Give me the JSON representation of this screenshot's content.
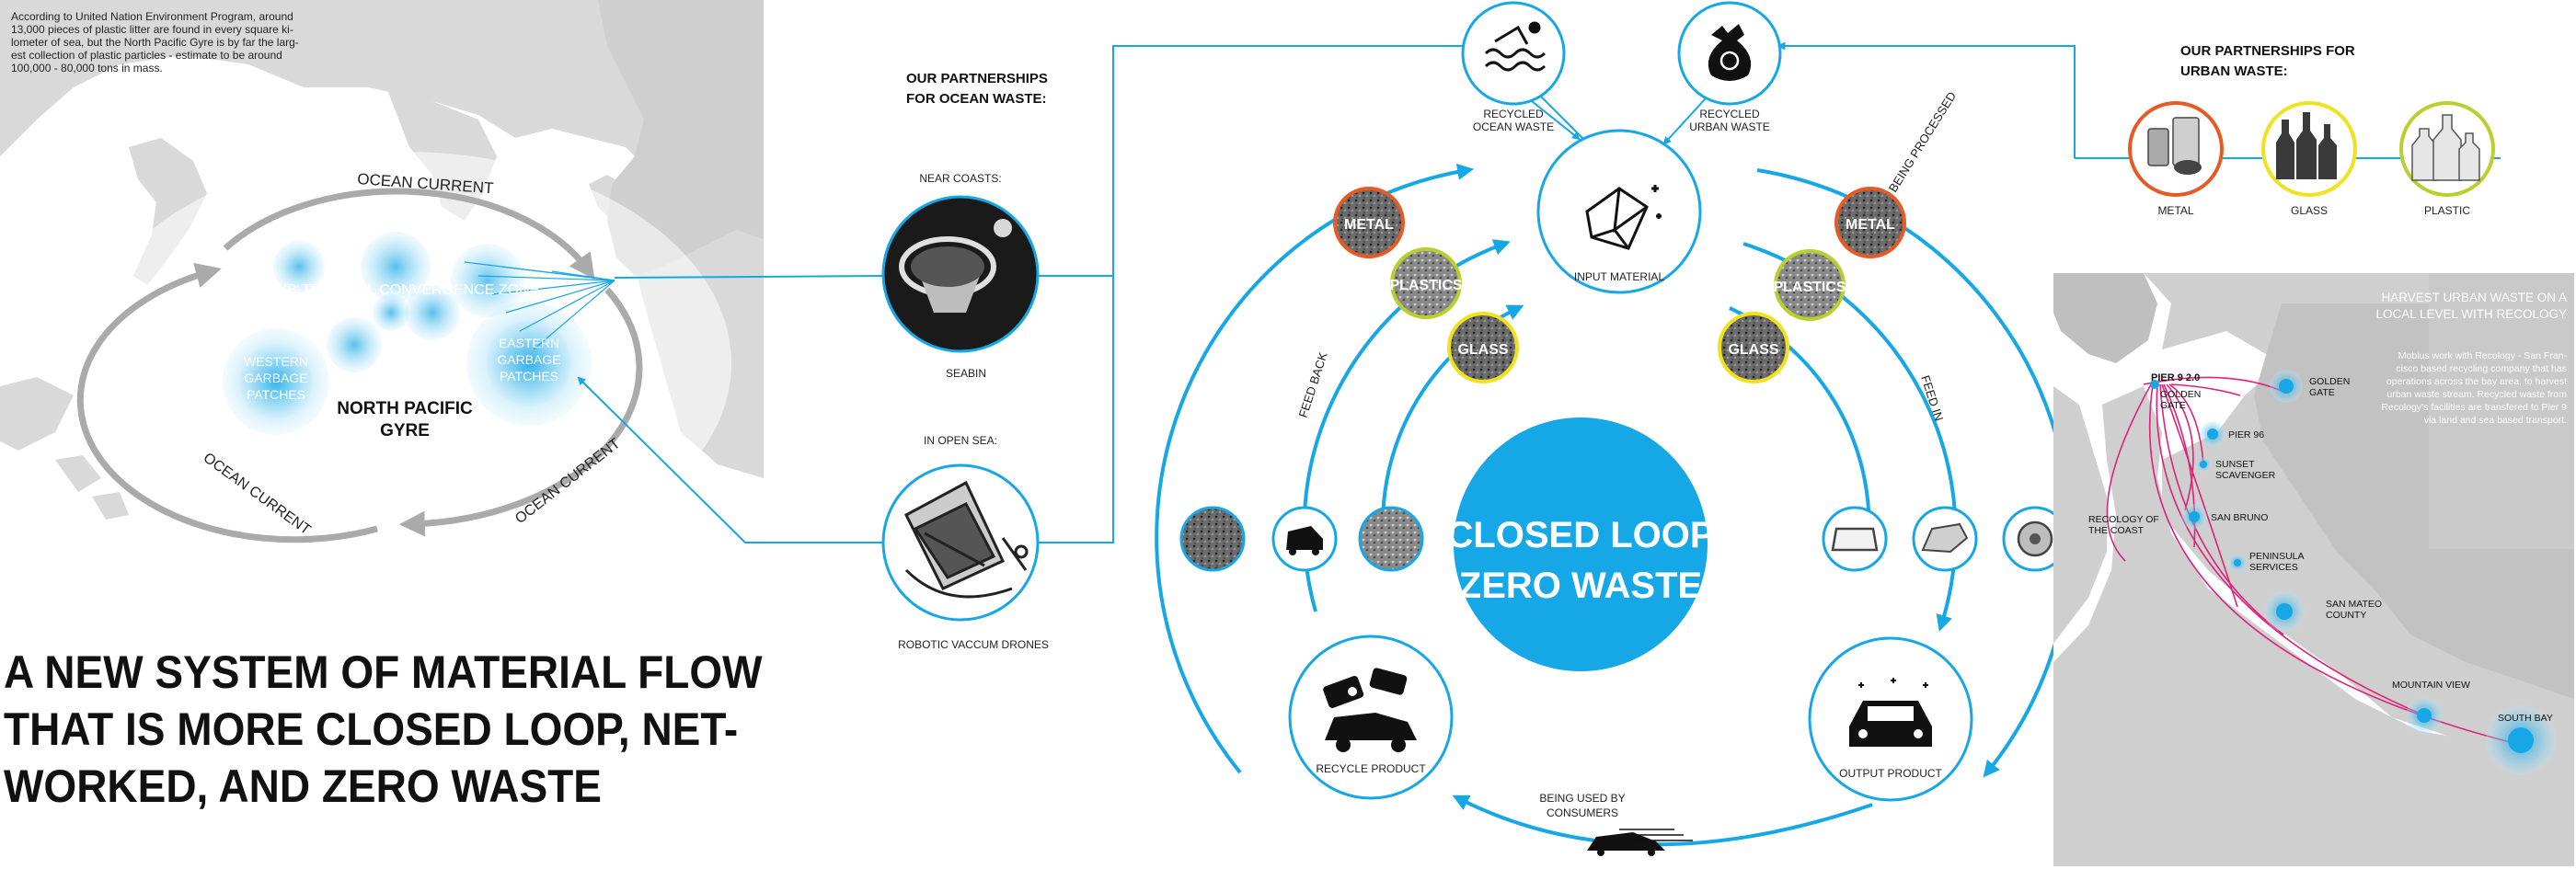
{
  "colors": {
    "accent": "#16a7e6",
    "accent_light": "#8fd6f5",
    "map_gray": "#d8d8d8",
    "map_dark": "#a9a9a9",
    "metal_ring": "#e85a24",
    "plastics_ring": "#b9cf2e",
    "glass_ring": "#f0e21c",
    "route_pink": "#e0217a",
    "dark": "#111111"
  },
  "intro_text": [
    "According to United Nation Environment Program, around",
    "13,000 pieces of plastic litter are found in every square ki-",
    "lometer of sea, but the North Pacific Gyre is by far the larg-",
    "est collection of plastic particles - estimate to be around",
    "100,000 - 80,000 tons in mass."
  ],
  "gyre": {
    "title_line1": "NORTH PACIFIC",
    "title_line2": "GYRE",
    "current_top": "OCEAN CURRENT",
    "current_left": "OCEAN CURRENT",
    "current_right": "OCEAN CURRENT",
    "subtropical": "SUB-TROPICAL CONVERGENCE ZONE",
    "western": [
      "WESTERN",
      "GARBAGE",
      "PATCHES"
    ],
    "eastern": [
      "EASTERN",
      "GARBAGE",
      "PATCHES"
    ]
  },
  "headline": [
    "A NEW SYSTEM OF MATERIAL FLOW",
    "THAT IS MORE CLOSED LOOP, NET-",
    "WORKED, AND ZERO WASTE"
  ],
  "ocean_partners": {
    "title_line1": "OUR PARTNERSHIPS",
    "title_line2": "FOR OCEAN WASTE:",
    "near_coasts": "NEAR COASTS:",
    "seabin": "SEABIN",
    "open_sea": "IN OPEN SEA:",
    "drones": "ROBOTIC VACCUM DRONES"
  },
  "loop": {
    "center_line1": "CLOSED LOOP",
    "center_line2": "ZERO WASTE",
    "input": "INPUT MATERIAL",
    "recycled_ocean": [
      "RECYCLED",
      "OCEAN WASTE"
    ],
    "recycled_urban": [
      "RECYCLED",
      "URBAN WASTE"
    ],
    "recycle_product": "RECYCLE PRODUCT",
    "output_product": "OUTPUT PRODUCT",
    "consumers": [
      "BEING USED BY",
      "CONSUMERS"
    ],
    "feed_back": "FEED BACK",
    "feed_in": "FEED IN",
    "being_processed": "BEING PROCESSED",
    "metal": "METAL",
    "plastics": "PLASTICS",
    "glass": "GLASS"
  },
  "urban_partners": {
    "title_line1": "OUR PARTNERSHIPS FOR",
    "title_line2": "URBAN WASTE:",
    "metal": "METAL",
    "glass": "GLASS",
    "plastic": "PLASTIC"
  },
  "bay": {
    "title_line1": "HARVEST URBAN WASTE ON A",
    "title_line2": "LOCAL LEVEL WITH RECOLOGY",
    "body": [
      "Mobius work with Recology - San Fran-",
      "cisco based recycling company that has",
      "operations across the bay area, to harvest",
      "urban waste stream.  Recycled waste from",
      "Recology's facilities are transfered to Pier 9",
      "via land and sea based transport."
    ],
    "pier": "PIER 9 2.0",
    "golden_gate_left": [
      "GOLDEN",
      "GATE"
    ],
    "golden_gate_right": [
      "GOLDEN",
      "GATE"
    ],
    "pier96": "PIER 96",
    "sunset": [
      "SUNSET",
      "SCAVENGER"
    ],
    "coast": [
      "RECOLOGY OF",
      "THE COAST"
    ],
    "san_bruno": "SAN BRUNO",
    "peninsula": [
      "PENINSULA",
      "SERVICES"
    ],
    "san_mateo": [
      "SAN MATEO",
      "COUNTY"
    ],
    "mountain_view": "MOUNTAIN VIEW",
    "south_bay": "SOUTH BAY"
  }
}
